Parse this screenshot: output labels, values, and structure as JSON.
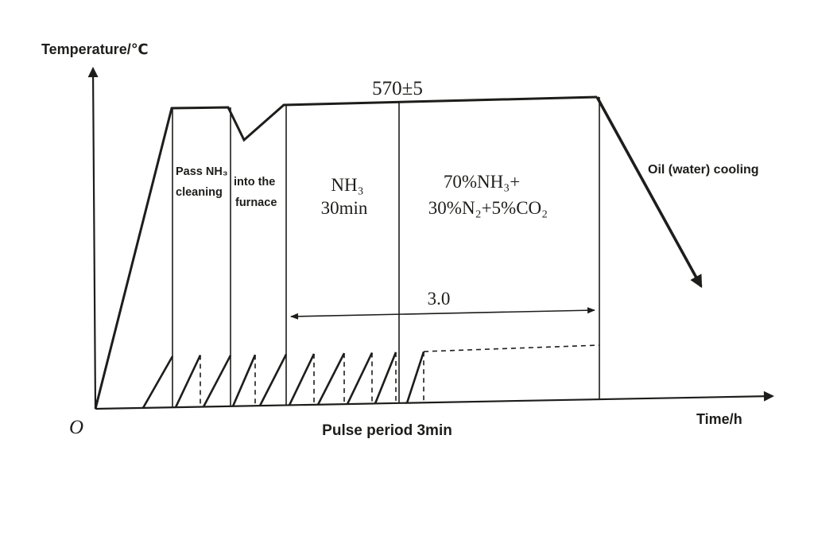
{
  "diagram": {
    "y_axis_label": "Temperature/℃",
    "x_axis_label": "Time/h",
    "origin_label": "O",
    "peak_temperature": "570±5",
    "soak_duration": "3.0",
    "pulse_note": "Pulse period 3min",
    "cooling_label": "Oil (water) cooling",
    "stages": [
      {
        "line1": "Pass NH₃",
        "line2": "cleaning"
      },
      {
        "line1": "into the",
        "line2": "furnace"
      },
      {
        "line1": "NH₃",
        "line2": "30min"
      },
      {
        "line1": "70%NH₃+",
        "line2": "30%N₂+5%CO₂"
      }
    ]
  },
  "colors": {
    "ink": "#1d1d1b",
    "background": "#ffffff"
  }
}
